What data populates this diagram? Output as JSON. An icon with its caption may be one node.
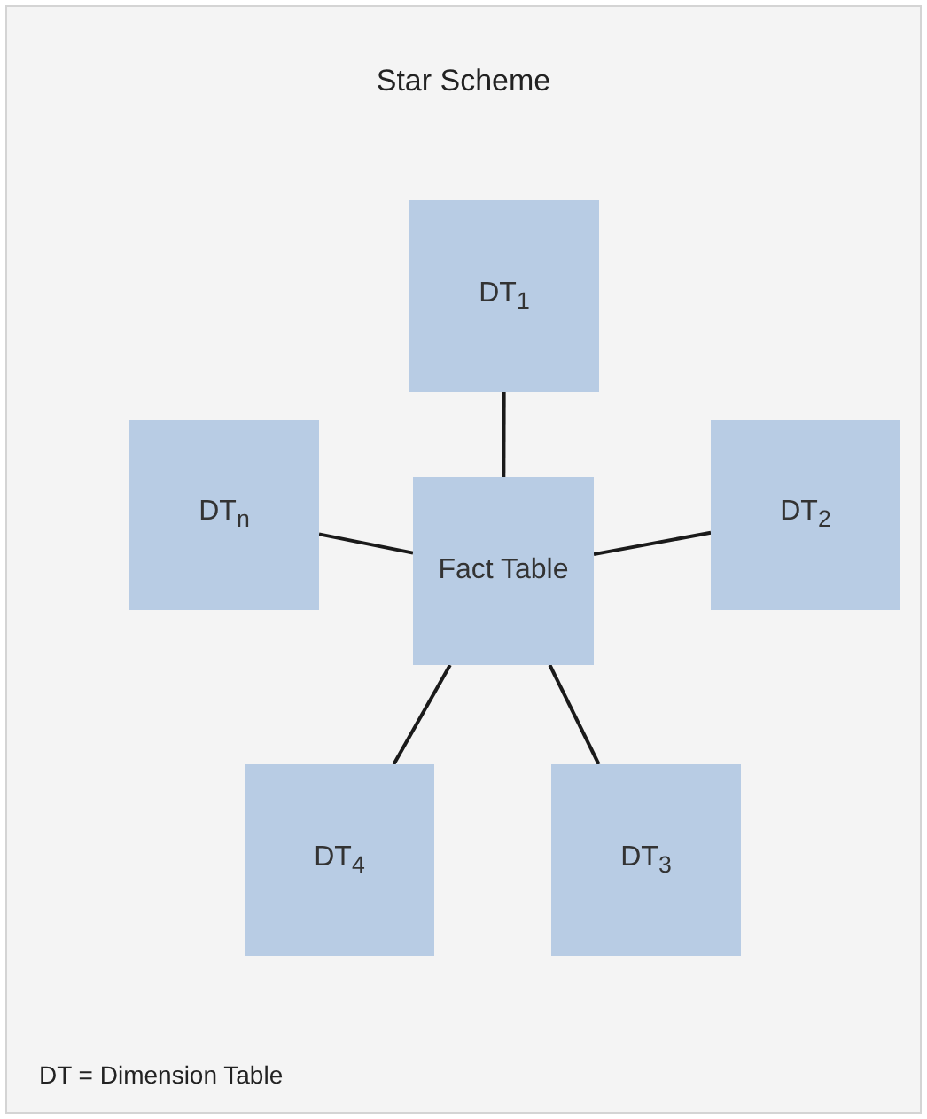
{
  "diagram": {
    "title": "Star Scheme",
    "nodes": [
      {
        "text": [
          "DT$_{1}$"
        ]
      },
      {
        "text": [
          "DT$_{n}$"
        ]
      },
      {
        "text": [
          "Fact Table"
        ]
      },
      {
        "text": [
          "DT$_{2}$"
        ]
      },
      {
        "text": [
          "DT$_{4}$"
        ]
      },
      {
        "text": [
          "DT$_{3}$"
        ]
      }
    ],
    "edges": [
      {
        "from": 0,
        "to": 2,
        "arrow": "none"
      },
      {
        "from": 1,
        "to": 2,
        "arrow": "none"
      },
      {
        "from": 3,
        "to": 2,
        "arrow": "none"
      },
      {
        "from": 4,
        "to": 2,
        "arrow": "none"
      },
      {
        "from": 5,
        "to": 2,
        "arrow": "none"
      }
    ],
    "labels": [
      "DT = Dimension Table"
    ]
  }
}
